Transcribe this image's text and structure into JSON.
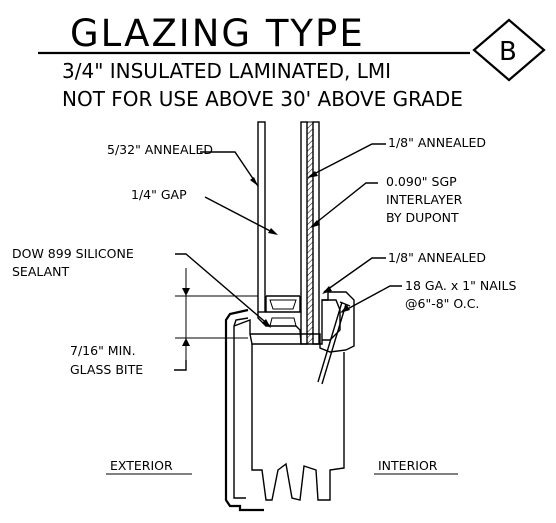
{
  "header": {
    "title": "GLAZING TYPE",
    "tag": "B",
    "description_line1": "3/4\" INSULATED LAMINATED, LMI",
    "description_line2": "NOT FOR USE ABOVE 30' ABOVE GRADE"
  },
  "callouts": {
    "annealed_532": "5/32\" ANNEALED",
    "gap": "1/4\" GAP",
    "sealant_line1": "DOW 899 SILICONE",
    "sealant_line2": "SEALANT",
    "bite_line1": "7/16\" MIN.",
    "bite_line2": "GLASS BITE",
    "annealed_18_top": "1/8\" ANNEALED",
    "sgp_line1": "0.090\" SGP",
    "sgp_line2": "INTERLAYER",
    "sgp_line3": "BY DUPONT",
    "annealed_18_bottom": "1/8\" ANNEALED",
    "nails_line1": "18 GA. x 1\" NAILS",
    "nails_line2": "@6\"-8\" O.C."
  },
  "sides": {
    "exterior": "EXTERIOR",
    "interior": "INTERIOR"
  }
}
